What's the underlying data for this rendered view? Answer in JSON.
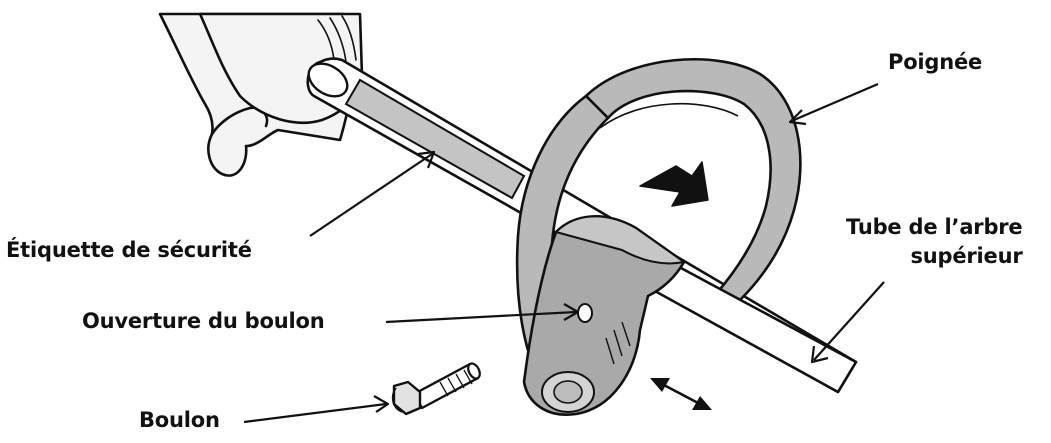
{
  "diagram": {
    "colors": {
      "ink": "#111111",
      "tube_fill": "#ffffff",
      "handle_fill": "#b9b9b9",
      "label_band": "#c4c4c4",
      "bracket_fill": "#a9a9a9",
      "hand_fill": "#f4f4f4"
    },
    "callouts": {
      "handle": "Poignée",
      "safety_label": "Étiquette de sécurité",
      "upper_tube_line1": "Tube de l’arbre",
      "upper_tube_line2": "supérieur",
      "bolt_hole": "Ouverture du boulon",
      "bolt": "Boulon"
    },
    "icons": {
      "direction_arrow": "direction-arrow-icon",
      "adjust_arrow": "double-arrow-icon"
    }
  }
}
